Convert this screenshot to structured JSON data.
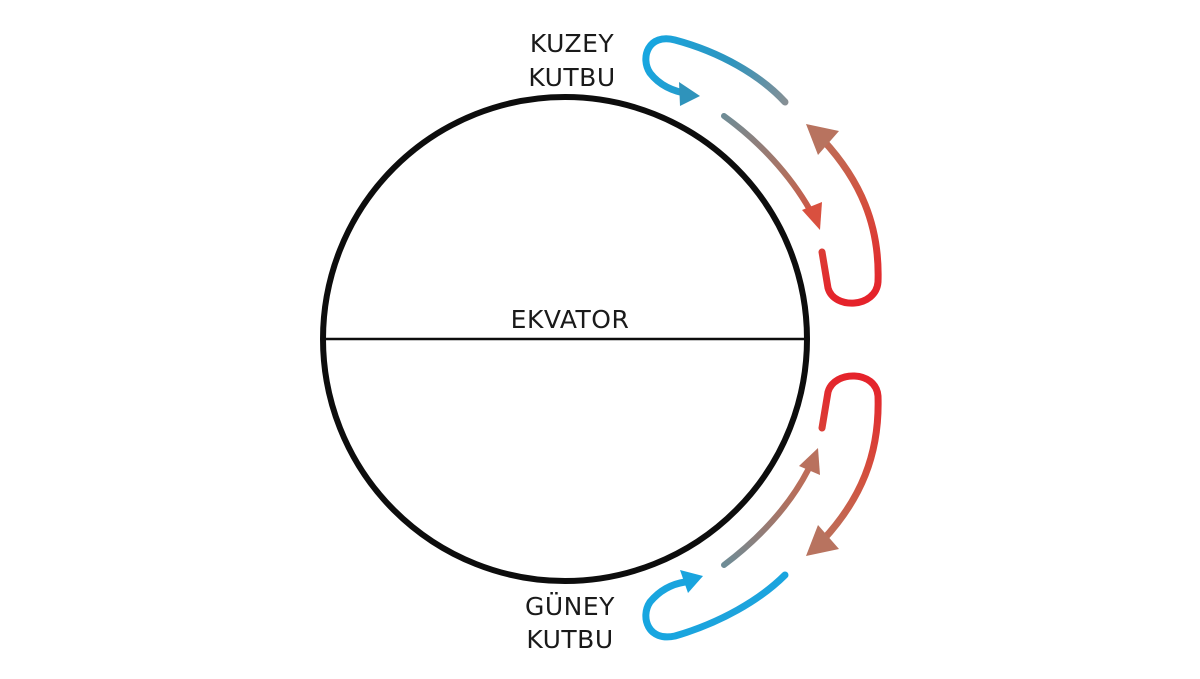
{
  "labels": {
    "north_pole_line1": "KUZEY",
    "north_pole_line2": "KUTBU",
    "south_pole_line1": "GÜNEY",
    "south_pole_line2": "KUTBU",
    "equator": "EKVATOR"
  },
  "colors": {
    "globe_outline": "#0d0d0d",
    "cold": "#17a6e0",
    "transition": "#7f8a90",
    "warm": "#b9715e",
    "hot": "#e5232b"
  }
}
